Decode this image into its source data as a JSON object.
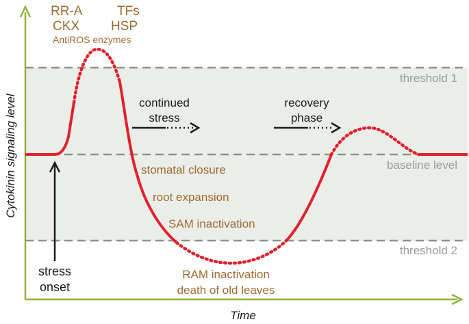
{
  "axes": {
    "y_label": "Cytokinin signaling level",
    "x_label": "Time"
  },
  "levels": {
    "threshold_1": "threshold 1",
    "baseline": "baseline level",
    "threshold_2": "threshold 2"
  },
  "peak_responses": {
    "line1_left": "RR-A",
    "line1_right": "TFs",
    "line2_left": "CKX",
    "line2_right": "HSP",
    "line3": "AntiROS enzymes"
  },
  "phases": {
    "continued_line1": "continued",
    "continued_line2": "stress",
    "recovery_line1": "recovery",
    "recovery_line2": "phase"
  },
  "stress_onset": {
    "line1": "stress",
    "line2": "onset"
  },
  "trough_responses": {
    "item1": "stomatal closure",
    "item2": "root expansion",
    "item3": "SAM inactivation",
    "below1": "RAM inactivation",
    "below2": "death of old leaves"
  },
  "colors": {
    "axis": "#8db33a",
    "curve": "#e0212e",
    "annotation": "#9c6b32",
    "band": "#ebede8",
    "dash": "#8f8f8f"
  }
}
